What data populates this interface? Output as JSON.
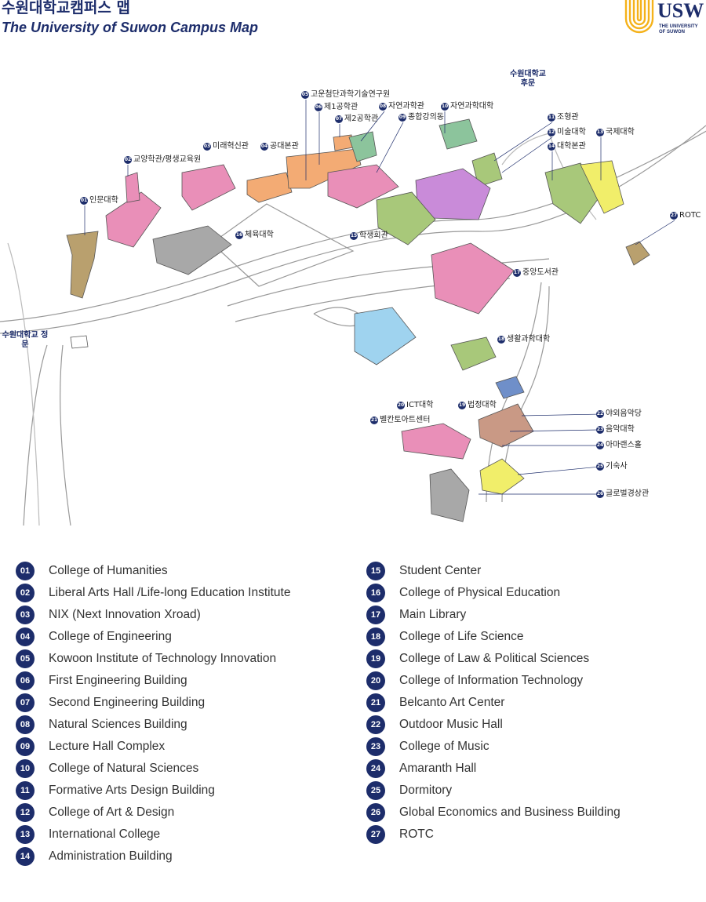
{
  "header": {
    "title_ko": "수원대학교캠퍼스 맵",
    "title_en": "The University of Suwon Campus Map",
    "logo": {
      "mark": "USW",
      "subtitle": "THE UNIVERSITY OF SUWON",
      "color": "#f5b21a"
    }
  },
  "gates": {
    "main": "수원대학교 정문",
    "back": "수원대학교 후문"
  },
  "map_labels": [
    {
      "num": "01",
      "ko": "인문대학"
    },
    {
      "num": "02",
      "ko": "교양학관/평생교육원"
    },
    {
      "num": "03",
      "ko": "미래혁신관"
    },
    {
      "num": "04",
      "ko": "공대본관"
    },
    {
      "num": "05",
      "ko": "고운첨단과학기술연구원"
    },
    {
      "num": "06",
      "ko": "제1공학관"
    },
    {
      "num": "07",
      "ko": "제2공학관"
    },
    {
      "num": "08",
      "ko": "자연과학관"
    },
    {
      "num": "09",
      "ko": "종합강의동"
    },
    {
      "num": "10",
      "ko": "자연과학대학"
    },
    {
      "num": "11",
      "ko": "조형관"
    },
    {
      "num": "12",
      "ko": "미술대학"
    },
    {
      "num": "13",
      "ko": "국제대학"
    },
    {
      "num": "14",
      "ko": "대학본관"
    },
    {
      "num": "15",
      "ko": "학생회관"
    },
    {
      "num": "16",
      "ko": "체육대학"
    },
    {
      "num": "17",
      "ko": "중앙도서관"
    },
    {
      "num": "18",
      "ko": "생활과학대학"
    },
    {
      "num": "19",
      "ko": "법정대학"
    },
    {
      "num": "20",
      "ko": "ICT대학"
    },
    {
      "num": "21",
      "ko": "벨칸토아트센터"
    },
    {
      "num": "22",
      "ko": "야외음악당"
    },
    {
      "num": "23",
      "ko": "음악대학"
    },
    {
      "num": "24",
      "ko": "아마랜스홀"
    },
    {
      "num": "25",
      "ko": "기숙사"
    },
    {
      "num": "26",
      "ko": "글로벌경상관"
    },
    {
      "num": "27",
      "ko": "ROTC"
    }
  ],
  "legend_left": [
    {
      "num": "01",
      "en": "College of Humanities"
    },
    {
      "num": "02",
      "en": "Liberal Arts Hall /Life-long Education Institute"
    },
    {
      "num": "03",
      "en": "NIX (Next Innovation Xroad)"
    },
    {
      "num": "04",
      "en": "College of Engineering"
    },
    {
      "num": "05",
      "en": "Kowoon Institute of Technology Innovation"
    },
    {
      "num": "06",
      "en": "First Engineering Building"
    },
    {
      "num": "07",
      "en": "Second Engineering Building"
    },
    {
      "num": "08",
      "en": "Natural Sciences Building"
    },
    {
      "num": "09",
      "en": "Lecture Hall Complex"
    },
    {
      "num": "10",
      "en": "College of Natural Sciences"
    },
    {
      "num": "11",
      "en": "Formative Arts Design Building"
    },
    {
      "num": "12",
      "en": "College of Art & Design"
    },
    {
      "num": "13",
      "en": "International College"
    },
    {
      "num": "14",
      "en": "Administration Building"
    }
  ],
  "legend_right": [
    {
      "num": "15",
      "en": "Student Center"
    },
    {
      "num": "16",
      "en": "College of Physical Education"
    },
    {
      "num": "17",
      "en": "Main Library"
    },
    {
      "num": "18",
      "en": "College of Life Science"
    },
    {
      "num": "19",
      "en": "College of Law & Political Sciences"
    },
    {
      "num": "20",
      "en": "College of Information Technology"
    },
    {
      "num": "21",
      "en": "Belcanto Art Center"
    },
    {
      "num": "22",
      "en": "Outdoor Music Hall"
    },
    {
      "num": "23",
      "en": "College of Music"
    },
    {
      "num": "24",
      "en": "Amaranth Hall"
    },
    {
      "num": "25",
      "en": "Dormitory"
    },
    {
      "num": "26",
      "en": "Global Economics and Business Building"
    },
    {
      "num": "27",
      "en": "ROTC"
    }
  ],
  "colors": {
    "navy": "#1d2d6b",
    "pink": "#e98fb8",
    "orange": "#f3ab74",
    "green": "#8cc49c",
    "purple": "#c98bd9",
    "olive": "#a8c87a",
    "yellow": "#f1ee6a",
    "blue": "#9fd3ef",
    "brown": "#c99985",
    "grey": "#a8a8a8",
    "tan": "#b9a06e",
    "steel": "#6f8fc9"
  }
}
